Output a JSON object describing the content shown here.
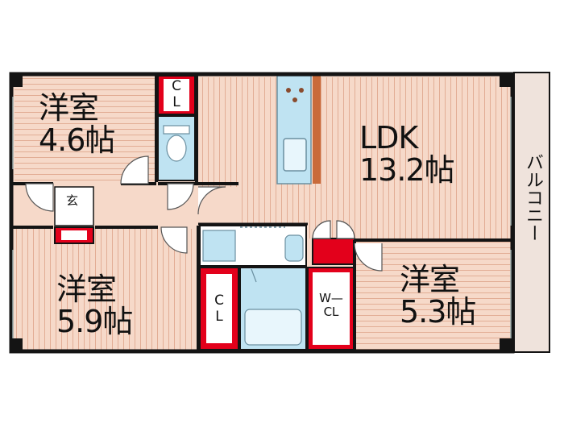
{
  "rooms": {
    "western1": {
      "name": "洋室",
      "size": "4.6帖"
    },
    "ldk": {
      "name": "LDK",
      "size": "13.2帖"
    },
    "western2": {
      "name": "洋室",
      "size": "5.9帖"
    },
    "western3": {
      "name": "洋室",
      "size": "5.3帖"
    }
  },
  "closets": {
    "cl_top": {
      "line1": "C",
      "line2": "L"
    },
    "cl_mid": {
      "line1": "C",
      "line2": "L"
    },
    "wcl": {
      "line1": "W—",
      "line2": "CL"
    }
  },
  "entrance": "玄",
  "balcony": "バルコニー",
  "colors": {
    "floor": "#f6d9c9",
    "floor_line": "#e8b8a2",
    "wall": "#141414",
    "closet": "#e3001b",
    "water": "#bfe3f2",
    "balcony": "#efe3dc"
  }
}
